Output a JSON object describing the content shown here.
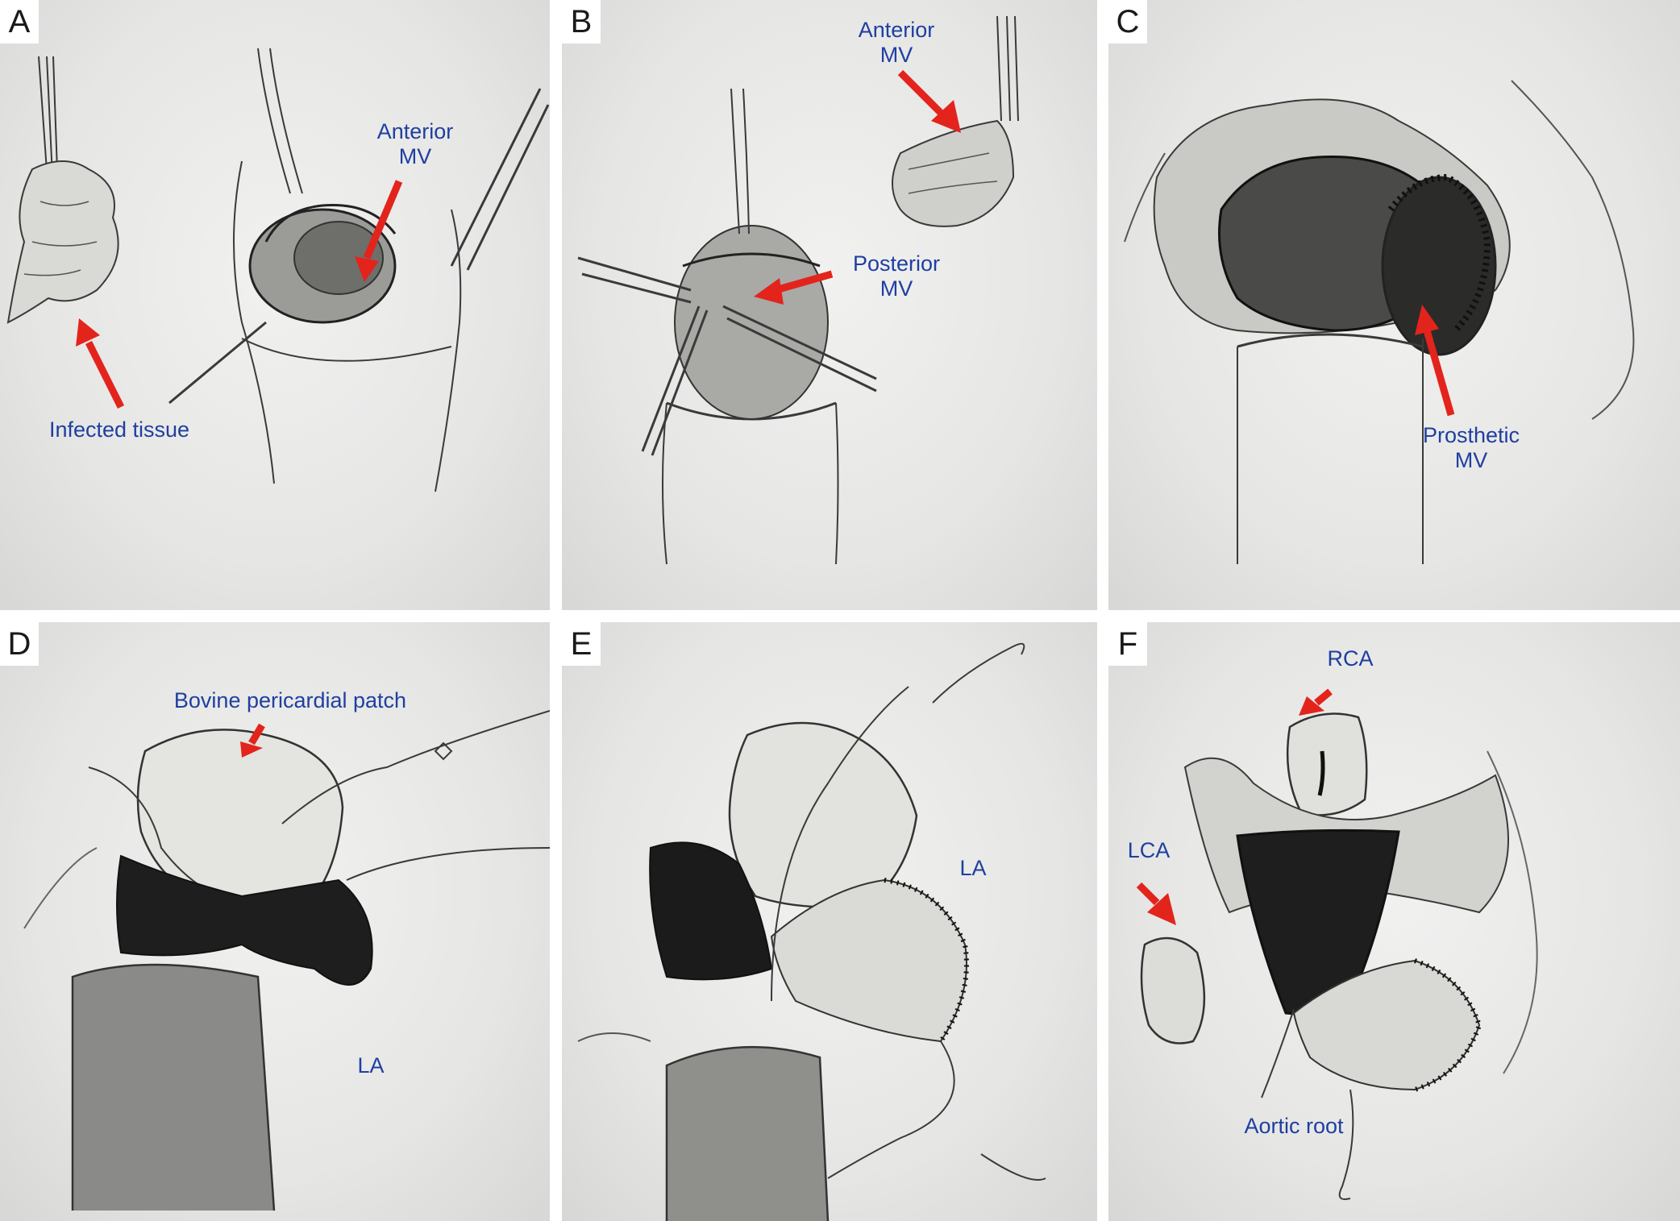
{
  "colors": {
    "annotation": "#1f3fa0",
    "arrow": "#e3241c",
    "pencil": "#3a3a3a",
    "shadow": "#1e1e1e"
  },
  "panels": [
    {
      "label": "A",
      "annotations": [
        {
          "lines": [
            "Anterior",
            "MV"
          ]
        },
        {
          "lines": [
            "Infected tissue"
          ]
        }
      ]
    },
    {
      "label": "B",
      "annotations": [
        {
          "lines": [
            "Anterior",
            "MV"
          ]
        },
        {
          "lines": [
            "Posterior",
            "MV"
          ]
        }
      ]
    },
    {
      "label": "C",
      "annotations": [
        {
          "lines": [
            "Prosthetic",
            "MV"
          ]
        }
      ]
    },
    {
      "label": "D",
      "annotations": [
        {
          "lines": [
            "Bovine pericardial patch"
          ]
        },
        {
          "lines": [
            "LA"
          ]
        }
      ]
    },
    {
      "label": "E",
      "annotations": [
        {
          "lines": [
            "LA"
          ]
        }
      ]
    },
    {
      "label": "F",
      "annotations": [
        {
          "lines": [
            "RCA"
          ]
        },
        {
          "lines": [
            "LCA"
          ]
        },
        {
          "lines": [
            "Aortic root"
          ]
        }
      ]
    }
  ]
}
